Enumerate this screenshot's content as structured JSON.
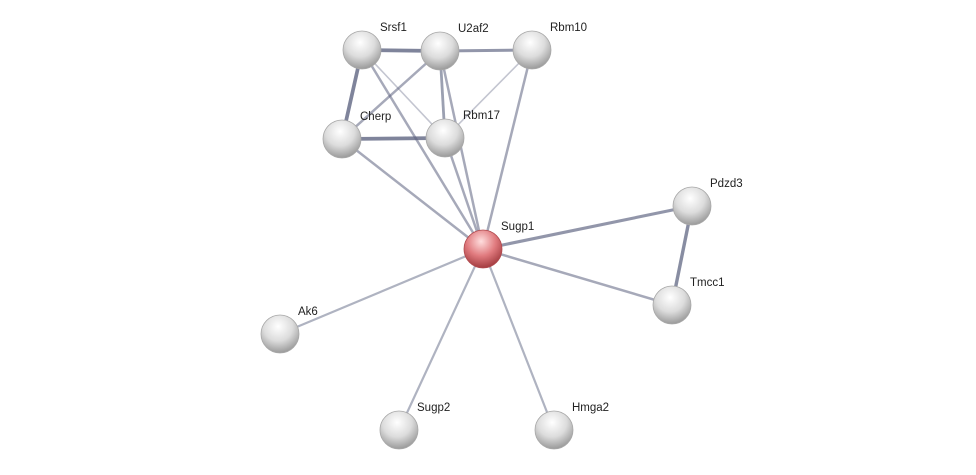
{
  "network": {
    "nodes": [
      {
        "id": "Srsf1",
        "label": "Srsf1",
        "query": false
      },
      {
        "id": "U2af2",
        "label": "U2af2",
        "query": false
      },
      {
        "id": "Rbm10",
        "label": "Rbm10",
        "query": false
      },
      {
        "id": "Cherp",
        "label": "Cherp",
        "query": false
      },
      {
        "id": "Rbm17",
        "label": "Rbm17",
        "query": false
      },
      {
        "id": "Pdzd3",
        "label": "Pdzd3",
        "query": false
      },
      {
        "id": "Sugp1",
        "label": "Sugp1",
        "query": true
      },
      {
        "id": "Tmcc1",
        "label": "Tmcc1",
        "query": false
      },
      {
        "id": "Ak6",
        "label": "Ak6",
        "query": false
      },
      {
        "id": "Sugp2",
        "label": "Sugp2",
        "query": false
      },
      {
        "id": "Hmga2",
        "label": "Hmga2",
        "query": false
      }
    ],
    "edges": [
      {
        "a": "Srsf1",
        "b": "U2af2",
        "weight": 0.9
      },
      {
        "a": "U2af2",
        "b": "Rbm10",
        "weight": 0.7
      },
      {
        "a": "Srsf1",
        "b": "Cherp",
        "weight": 0.9
      },
      {
        "a": "Cherp",
        "b": "Rbm17",
        "weight": 0.9
      },
      {
        "a": "Srsf1",
        "b": "Rbm17",
        "weight": 0.2
      },
      {
        "a": "U2af2",
        "b": "Cherp",
        "weight": 0.5
      },
      {
        "a": "U2af2",
        "b": "Rbm17",
        "weight": 0.6
      },
      {
        "a": "Rbm10",
        "b": "Rbm17",
        "weight": 0.2
      },
      {
        "a": "Srsf1",
        "b": "Sugp1",
        "weight": 0.5
      },
      {
        "a": "U2af2",
        "b": "Sugp1",
        "weight": 0.5
      },
      {
        "a": "Rbm10",
        "b": "Sugp1",
        "weight": 0.5
      },
      {
        "a": "Rbm17",
        "b": "Sugp1",
        "weight": 0.5
      },
      {
        "a": "Cherp",
        "b": "Sugp1",
        "weight": 0.5
      },
      {
        "a": "Pdzd3",
        "b": "Sugp1",
        "weight": 0.7
      },
      {
        "a": "Pdzd3",
        "b": "Tmcc1",
        "weight": 0.8
      },
      {
        "a": "Sugp1",
        "b": "Tmcc1",
        "weight": 0.5
      },
      {
        "a": "Sugp1",
        "b": "Ak6",
        "weight": 0.4
      },
      {
        "a": "Sugp1",
        "b": "Sugp2",
        "weight": 0.4
      },
      {
        "a": "Sugp1",
        "b": "Hmga2",
        "weight": 0.4
      }
    ],
    "colors": {
      "edge": "#5c6380",
      "node": "#d8d8d8",
      "query_node": "#d9676c"
    }
  }
}
